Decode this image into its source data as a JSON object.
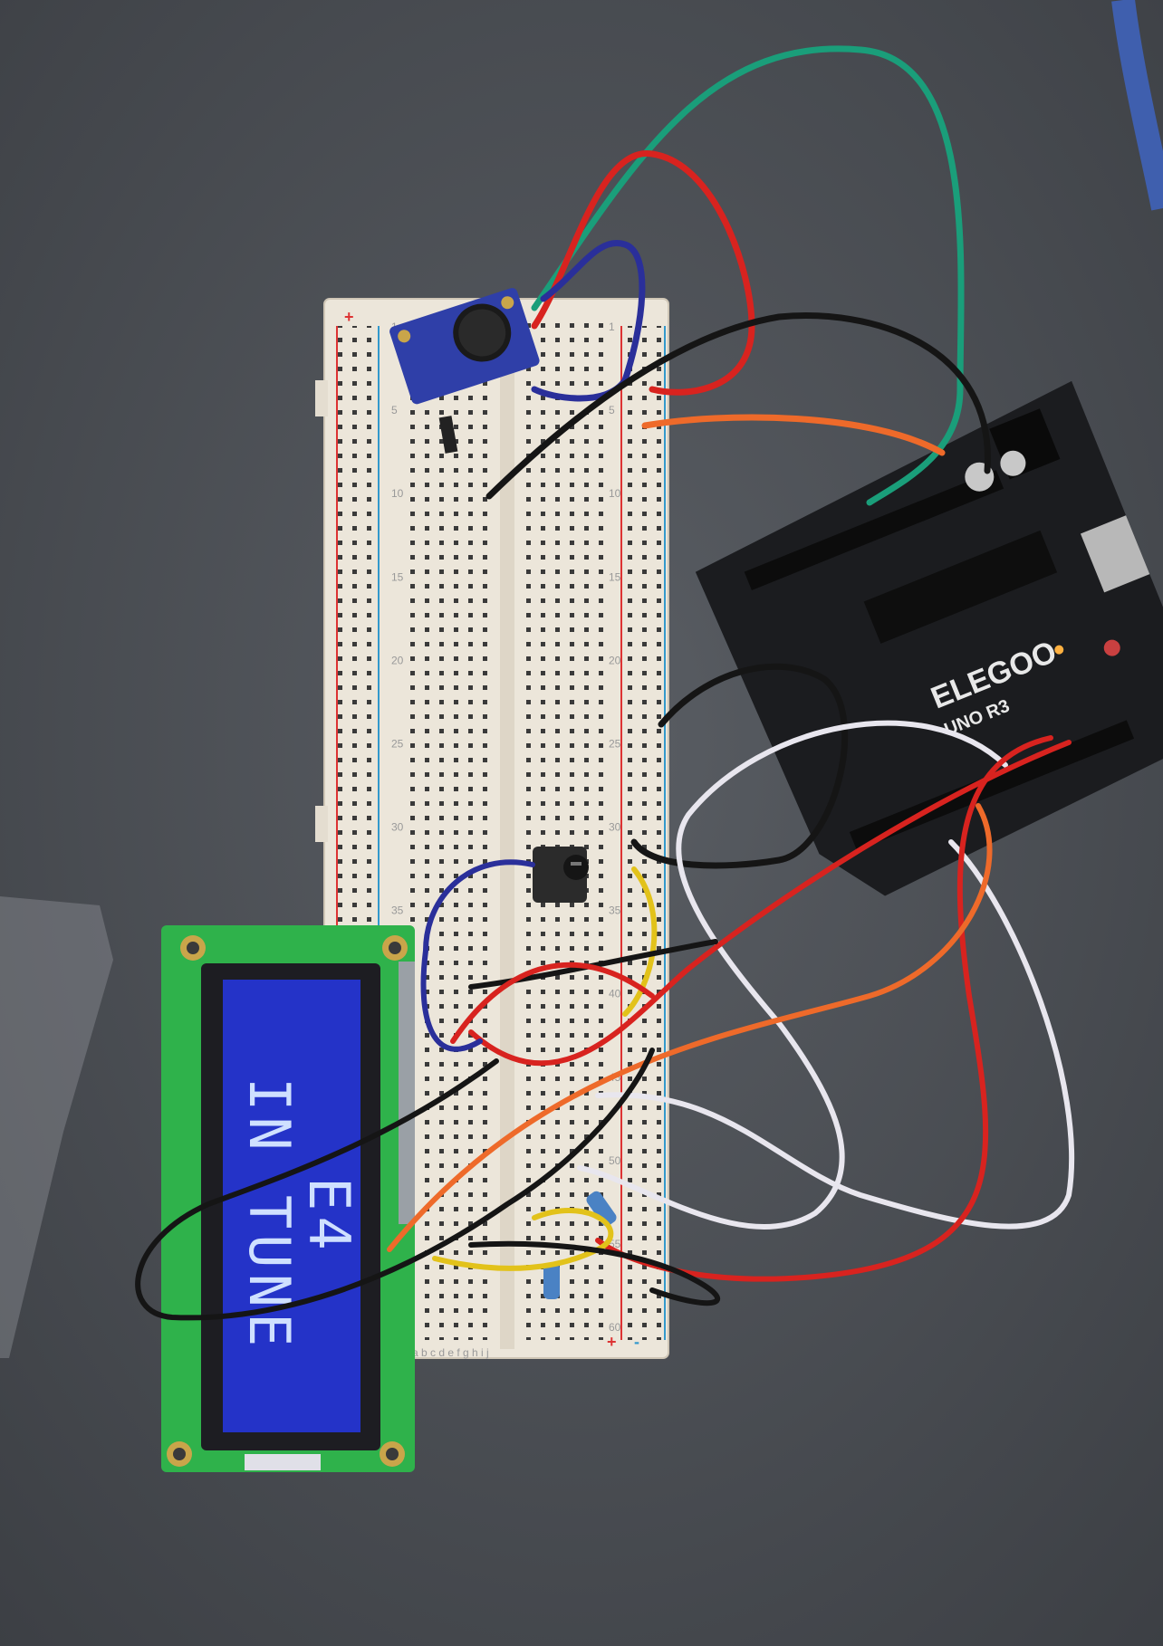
{
  "scene": {
    "lcd": {
      "line1": "E4",
      "line2": "IN TUNE"
    },
    "arduino": {
      "brand": "ELEGOO",
      "model": "UNO R3"
    },
    "breadboard": {
      "plus": "+",
      "minus": "-",
      "row_numbers": [
        "1",
        "5",
        "10",
        "15",
        "20",
        "25",
        "30",
        "35",
        "40",
        "45",
        "50",
        "55",
        "60"
      ],
      "column_letters_bottom": "a b c d e   f g h i j"
    },
    "wire_colors": {
      "red": "#d8231f",
      "black": "#151515",
      "white": "#e8e6ee",
      "orange": "#ee6a2a",
      "yellow": "#e2c21a",
      "blue": "#2a2f9a",
      "green": "#1a9e7a"
    },
    "colors": {
      "table": "#4b4f55",
      "breadboard": "#ece6da",
      "lcd_pcb": "#2fb24b",
      "lcd_screen": "#2433c8",
      "arduino_board": "#1b1c1f",
      "mic_module": "#2f3fa8"
    }
  }
}
